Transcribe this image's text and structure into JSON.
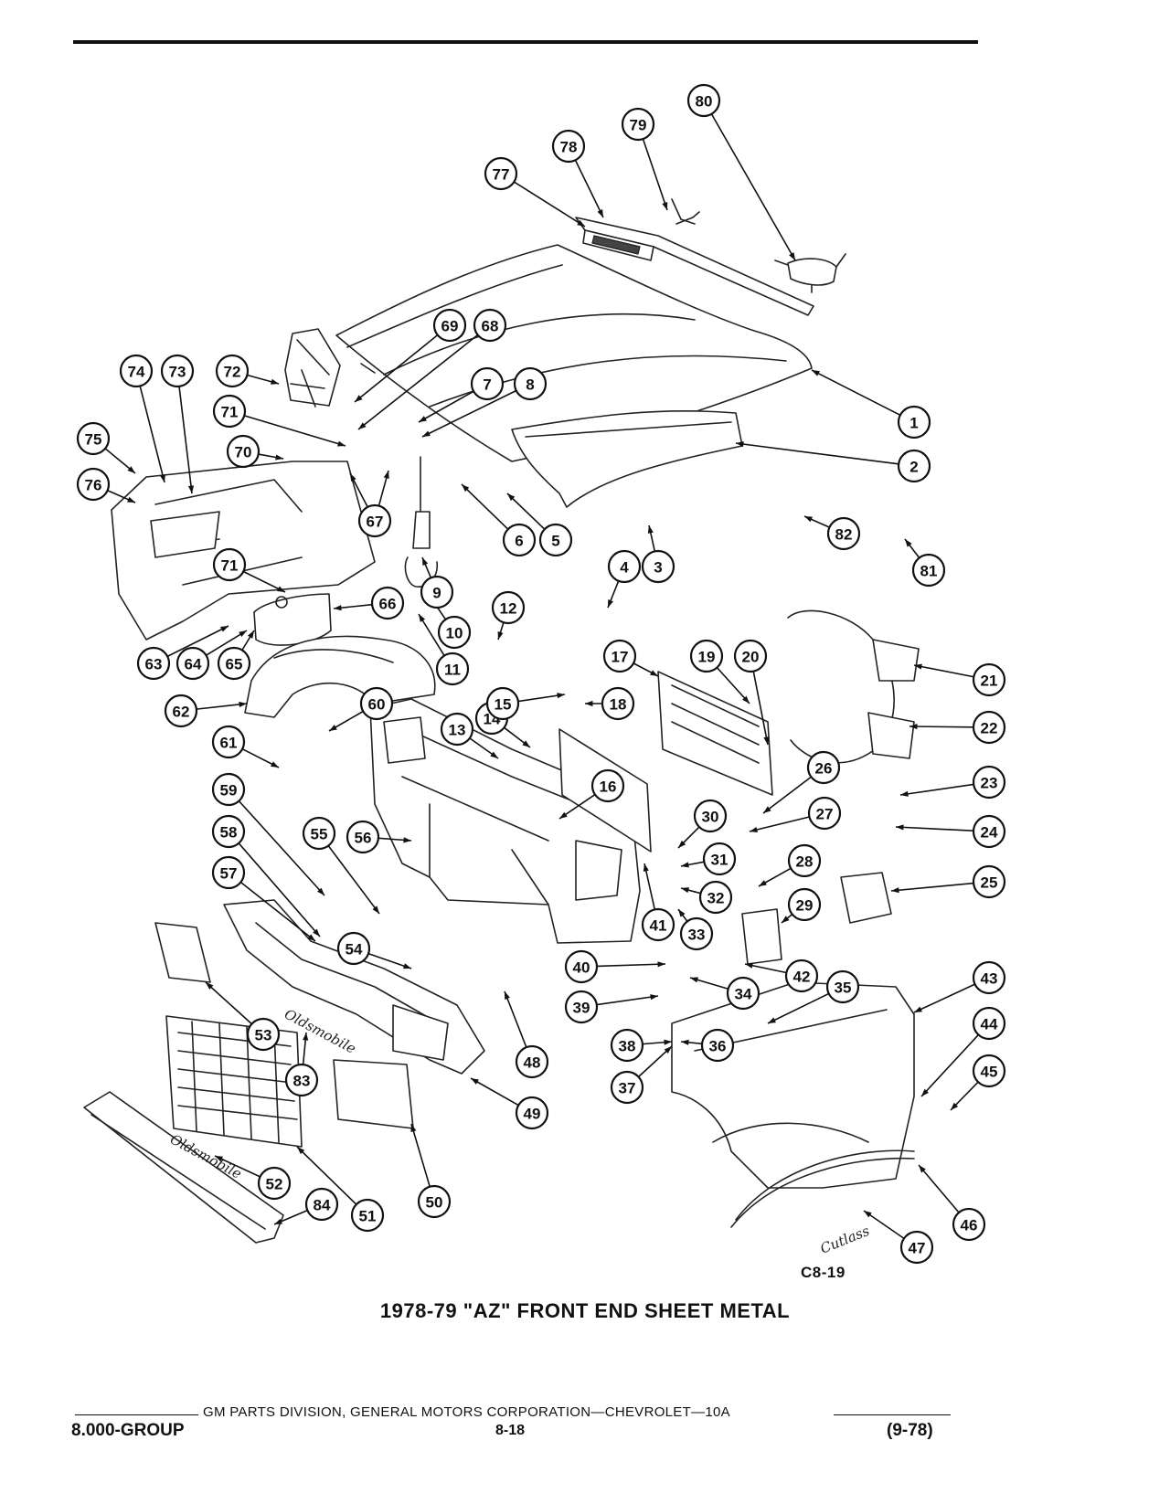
{
  "figure": {
    "title": "1978-79 \"AZ\" FRONT END SHEET METAL",
    "code": "C8-19"
  },
  "footer": {
    "credit": "GM PARTS DIVISION, GENERAL MOTORS CORPORATION—CHEVROLET—10A",
    "group": "8.000-GROUP",
    "page": "8-18",
    "revision": "(9-78)"
  },
  "callouts": [
    "1",
    "2",
    "3",
    "4",
    "5",
    "6",
    "7",
    "8",
    "9",
    "10",
    "11",
    "12",
    "13",
    "14",
    "15",
    "16",
    "17",
    "18",
    "19",
    "20",
    "21",
    "22",
    "23",
    "24",
    "25",
    "26",
    "27",
    "28",
    "29",
    "30",
    "31",
    "32",
    "33",
    "34",
    "35",
    "36",
    "37",
    "38",
    "39",
    "40",
    "41",
    "42",
    "43",
    "44",
    "45",
    "46",
    "47",
    "48",
    "49",
    "50",
    "51",
    "52",
    "53",
    "54",
    "55",
    "56",
    "57",
    "58",
    "59",
    "60",
    "61",
    "62",
    "63",
    "64",
    "65",
    "66",
    "67",
    "68",
    "69",
    "70",
    "71",
    "72",
    "73",
    "74",
    "75",
    "76",
    "77",
    "78",
    "79",
    "80",
    "81",
    "82",
    "83",
    "84"
  ]
}
